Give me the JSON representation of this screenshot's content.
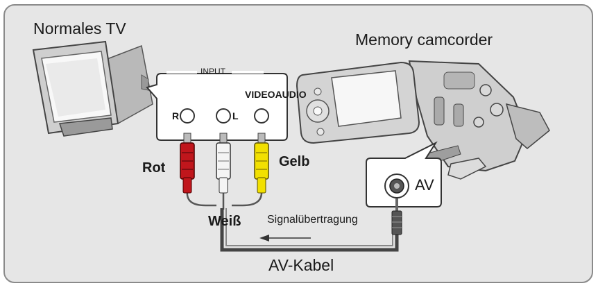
{
  "tv": {
    "label": "Normales TV"
  },
  "camcorder": {
    "label": "Memory camcorder"
  },
  "input_panel": {
    "title": "INPUT",
    "video_audio": "VIDEOAUDIO",
    "port_r": "R",
    "port_l": "L"
  },
  "connectors": {
    "red": "Rot",
    "white": "Weiß",
    "yellow": "Gelb"
  },
  "signal_label": "Signalübertragung",
  "av_port_label": "AV",
  "cable_label": "AV-Kabel",
  "colors": {
    "background": "#e6e6e6",
    "plug_red": "#c0161c",
    "plug_yellow": "#f2e000",
    "plug_white": "#f4f4f4",
    "cable": "#555555"
  }
}
